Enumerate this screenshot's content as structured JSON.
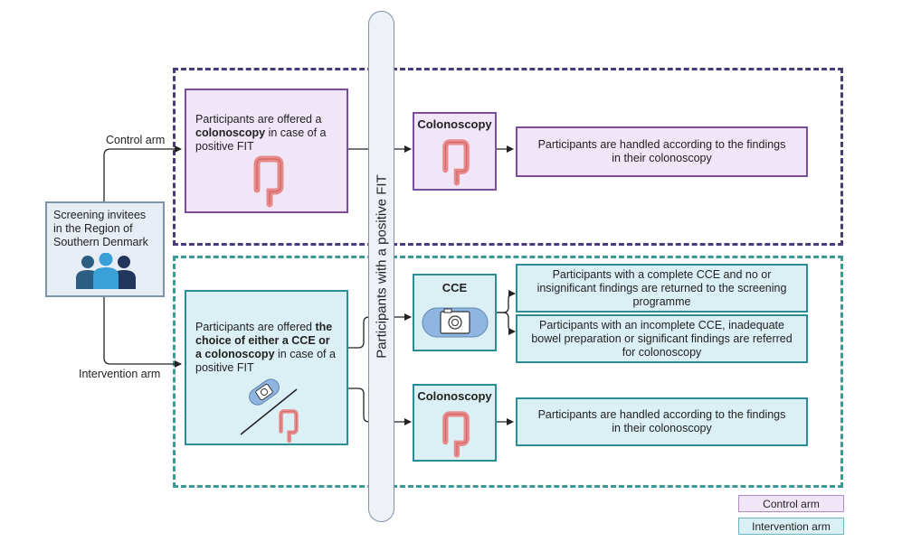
{
  "start": {
    "text": "Screening invitees in the Region of Southern Denmark",
    "icon": "people-group-icon"
  },
  "arm_labels": {
    "control": "Control arm",
    "intervention": "Intervention arm"
  },
  "control": {
    "offer": {
      "before": "Participants are offered a ",
      "bold": "colonoscopy",
      "after": " in case of a positive FIT"
    },
    "procedure_title": "Colonoscopy",
    "outcome": "Participants are handled according to the findings in their colonoscopy"
  },
  "pillar_label": "Participants with a positive FIT",
  "intervention": {
    "offer": {
      "before": "Participants are offered ",
      "bold": "the choice of either a CCE or a colonoscopy",
      "after": " in case of a positive FIT"
    },
    "cce_title": "CCE",
    "cce_outcome_1": "Participants with a complete CCE and no or insignificant findings are returned to the screening programme",
    "cce_outcome_2": "Participants with an incomplete CCE, inadequate bowel preparation or significant findings are referred for colonoscopy",
    "procedure_title": "Colonoscopy",
    "outcome": "Participants are handled according to the findings in their colonoscopy"
  },
  "legend": {
    "control": "Control arm",
    "intervention": "Intervention arm"
  },
  "colors": {
    "control_frame": "#4a3a7a",
    "intervention_frame": "#3a9a96",
    "control_fill": "#f1e6f8",
    "intervention_fill": "#daf0f5",
    "colon": "#e88a8a"
  }
}
